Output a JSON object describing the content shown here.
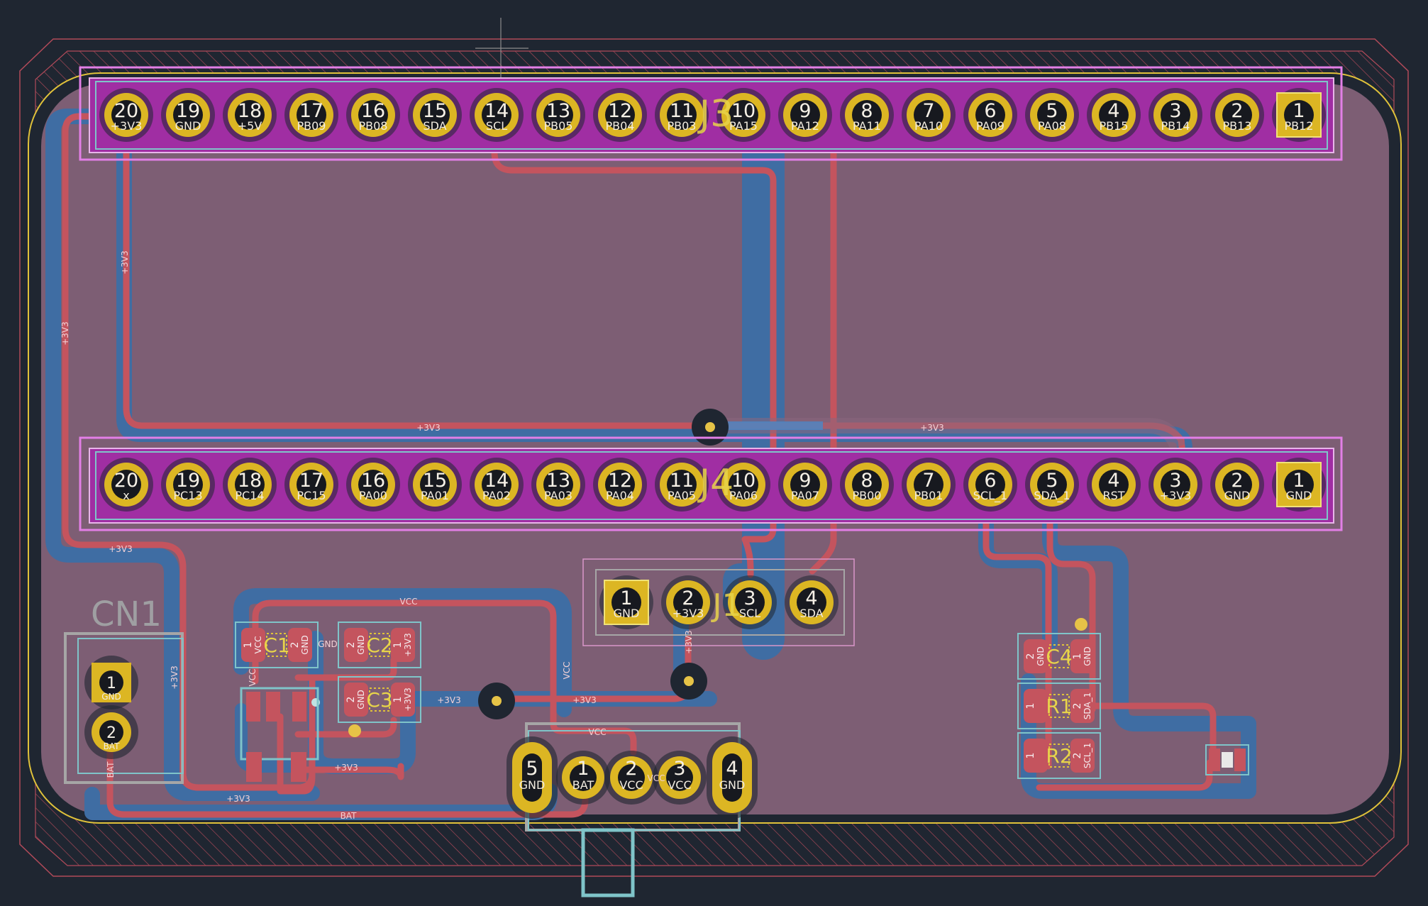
{
  "colors": {
    "background": "#1f2631",
    "board_fill": "#7d5e74",
    "outline": "#e0c23a",
    "keepout_hatch": "#b04a59",
    "front_copper": "#c4545e",
    "back_copper": "#3f6da3",
    "pad": "#dcb623",
    "header_body": "#a02ea3",
    "header_outline": "#e27fe6",
    "courtyard": "#7fc4c9",
    "fab": "#a6a6a6",
    "silk_ref": "#e8d44a"
  },
  "headers": [
    {
      "ref": "J3",
      "pads": [
        {
          "num": "20",
          "net": "+3V3"
        },
        {
          "num": "19",
          "net": "GND"
        },
        {
          "num": "18",
          "net": "+5V"
        },
        {
          "num": "17",
          "net": "PB09"
        },
        {
          "num": "16",
          "net": "PB08"
        },
        {
          "num": "15",
          "net": "SDA"
        },
        {
          "num": "14",
          "net": "SCL"
        },
        {
          "num": "13",
          "net": "PB05"
        },
        {
          "num": "12",
          "net": "PB04"
        },
        {
          "num": "11",
          "net": "PB03"
        },
        {
          "num": "10",
          "net": "PA15"
        },
        {
          "num": "9",
          "net": "PA12"
        },
        {
          "num": "8",
          "net": "PA11"
        },
        {
          "num": "7",
          "net": "PA10"
        },
        {
          "num": "6",
          "net": "PA09"
        },
        {
          "num": "5",
          "net": "PA08"
        },
        {
          "num": "4",
          "net": "PB15"
        },
        {
          "num": "3",
          "net": "PB14"
        },
        {
          "num": "2",
          "net": "PB13"
        },
        {
          "num": "1",
          "net": "PB12"
        }
      ]
    },
    {
      "ref": "J4",
      "pads": [
        {
          "num": "20",
          "net": "x"
        },
        {
          "num": "19",
          "net": "PC13"
        },
        {
          "num": "18",
          "net": "PC14"
        },
        {
          "num": "17",
          "net": "PC15"
        },
        {
          "num": "16",
          "net": "PA00"
        },
        {
          "num": "15",
          "net": "PA01"
        },
        {
          "num": "14",
          "net": "PA02"
        },
        {
          "num": "13",
          "net": "PA03"
        },
        {
          "num": "12",
          "net": "PA04"
        },
        {
          "num": "11",
          "net": "PA05"
        },
        {
          "num": "10",
          "net": "PA06"
        },
        {
          "num": "9",
          "net": "PA07"
        },
        {
          "num": "8",
          "net": "PB00"
        },
        {
          "num": "7",
          "net": "PB01"
        },
        {
          "num": "6",
          "net": "SCL_1"
        },
        {
          "num": "5",
          "net": "SDA_1"
        },
        {
          "num": "4",
          "net": "RST"
        },
        {
          "num": "3",
          "net": "+3V3"
        },
        {
          "num": "2",
          "net": "GND"
        },
        {
          "num": "1",
          "net": "GND"
        }
      ]
    }
  ],
  "j1": {
    "ref": "J1",
    "pads": [
      {
        "num": "1",
        "net": "GND"
      },
      {
        "num": "2",
        "net": "+3V3"
      },
      {
        "num": "3",
        "net": "SCL"
      },
      {
        "num": "4",
        "net": "SDA"
      }
    ]
  },
  "cn1": {
    "ref": "CN1",
    "pads": [
      {
        "num": "1",
        "net": "GND"
      },
      {
        "num": "2",
        "net": "BAT"
      }
    ]
  },
  "switch_pads": [
    {
      "num": "5",
      "net": "GND"
    },
    {
      "num": "1",
      "net": "BAT"
    },
    {
      "num": "2",
      "net": "VCC"
    },
    {
      "num": "3",
      "net": "VCC"
    },
    {
      "num": "4",
      "net": "GND"
    }
  ],
  "caps": [
    {
      "ref": "C1",
      "pad1": "VCC",
      "pad2": "GND",
      "n1": "1",
      "n2": "2"
    },
    {
      "ref": "C2",
      "pad1": "GND",
      "pad2": "+3V3",
      "n1": "2",
      "n2": "1"
    },
    {
      "ref": "C3",
      "pad1": "GND",
      "pad2": "+3V3",
      "n1": "2",
      "n2": "1"
    },
    {
      "ref": "C4",
      "pad1": "GND",
      "pad2": "GND",
      "n1": "2",
      "n2": "1"
    }
  ],
  "resistors": [
    {
      "ref": "R1",
      "pad1": "",
      "pad2": "SDA_1",
      "n1": "1",
      "n2": "2"
    },
    {
      "ref": "R2",
      "pad1": "",
      "pad2": "SCL_1",
      "n1": "1",
      "n2": "2"
    }
  ],
  "net_labels": {
    "v3v3": "+3V3",
    "vcc": "VCC",
    "bat": "BAT",
    "gnd": "GND"
  }
}
